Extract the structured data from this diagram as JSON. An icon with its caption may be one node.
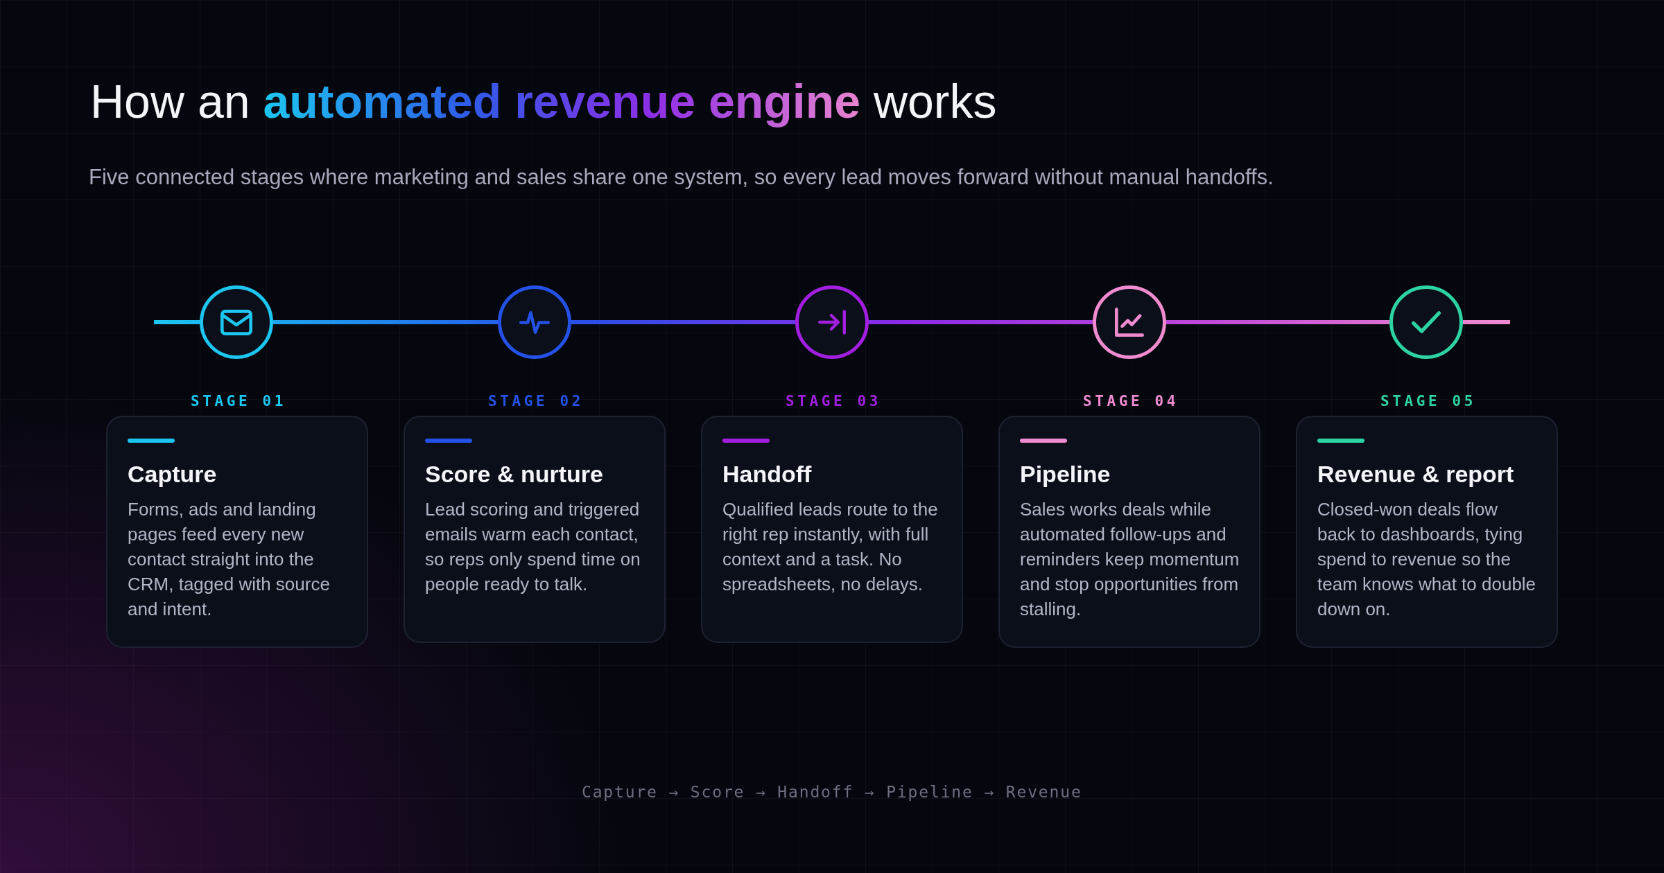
{
  "diagram": {
    "title": "How an **automated revenue engine** works",
    "nodes": [
      {
        "text": [],
        "shape": "circle"
      },
      {
        "text": [],
        "shape": "circle"
      },
      {
        "text": [],
        "shape": "circle"
      },
      {
        "text": [],
        "shape": "circle"
      },
      {
        "text": [],
        "shape": "circle"
      },
      {
        "text": [
          "Capture",
          "Forms, ads and landing pages feed every new contact straight into the CRM, tagged with source and intent."
        ],
        "beside": [
          "STAGE 01"
        ]
      },
      {
        "text": [
          "Score & nurture",
          "Lead scoring and triggered emails warm each contact, so reps only spend time on people ready to talk."
        ],
        "beside": [
          "STAGE 02"
        ]
      },
      {
        "text": [
          "Handoff",
          "Qualified leads route to the right rep instantly, with full context and a task. No spreadsheets, no delays."
        ],
        "beside": [
          "STAGE 03"
        ]
      },
      {
        "text": [
          "Pipeline",
          "Sales works deals while automated follow-ups and reminders keep momentum and stop opportunities from stalling."
        ],
        "beside": [
          "STAGE 04"
        ]
      },
      {
        "text": [
          "Revenue & report",
          "Closed-won deals flow back to dashboards, tying spend to revenue so the team knows what to double down on."
        ],
        "beside": [
          "STAGE 05"
        ]
      }
    ],
    "edges": [
      {
        "from": null,
        "to": 0,
        "arrow": "none"
      },
      {
        "from": 0,
        "to": 1,
        "arrow": "none"
      },
      {
        "from": 1,
        "to": 2,
        "arrow": "none"
      },
      {
        "from": 2,
        "to": 3,
        "arrow": "none"
      },
      {
        "from": 3,
        "to": 4,
        "arrow": "none"
      },
      {
        "from": 4,
        "to": null,
        "arrow": "none"
      }
    ],
    "labels": [
      "Five connected stages where marketing and sales share one system, so every lead moves forward without manual handoffs.",
      "Capture → Score → Handoff → Pipeline → Revenue"
    ]
  }
}
